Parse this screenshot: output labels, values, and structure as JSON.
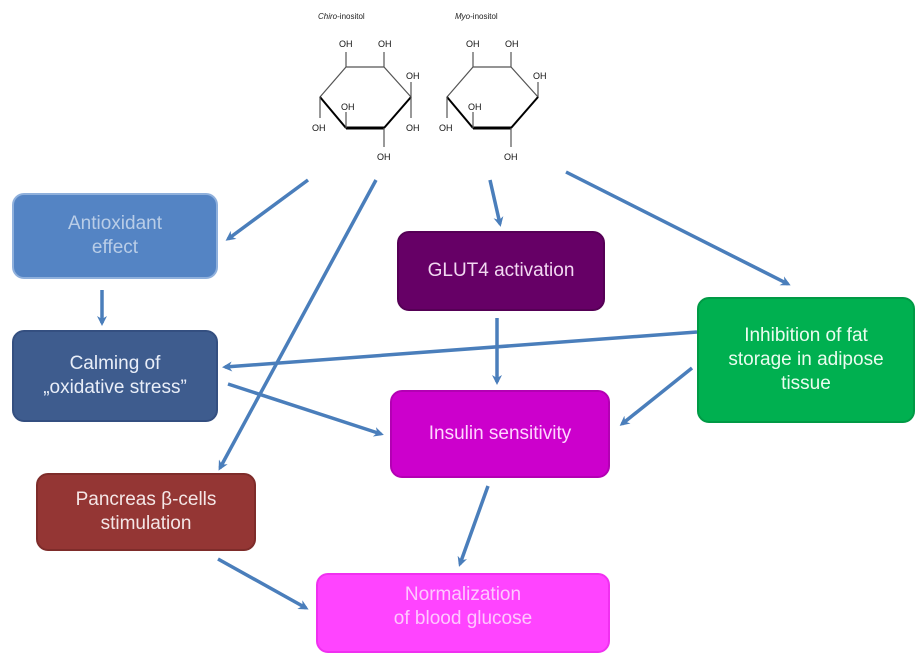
{
  "molecules": {
    "chiro_label_italic": "Chiro",
    "chiro_label_rest": "-inositol",
    "myo_label_italic": "Myo",
    "myo_label_rest": "-inositol",
    "hydroxyl": "OH"
  },
  "nodes": {
    "antioxidant": [
      "Antioxidant",
      "effect"
    ],
    "calming": [
      "Calming of",
      "„oxidative stress”"
    ],
    "pancreas": [
      "Pancreas β-cells",
      "stimulation"
    ],
    "glut4": [
      "GLUT4 activation"
    ],
    "insulin": [
      "Insulin sensitivity"
    ],
    "fat": [
      "Inhibition of fat",
      "storage in adipose",
      "tissue"
    ],
    "glucose": [
      "Normalization",
      "of blood glucose"
    ]
  },
  "colors": {
    "arrow": "#4a7ebb",
    "antioxidant": "#5484c4",
    "calming": "#3e5c8e",
    "pancreas": "#943634",
    "glut4": "#660066",
    "insulin": "#cc00cc",
    "fat": "#00b050",
    "glucose": "#ff44ff"
  }
}
